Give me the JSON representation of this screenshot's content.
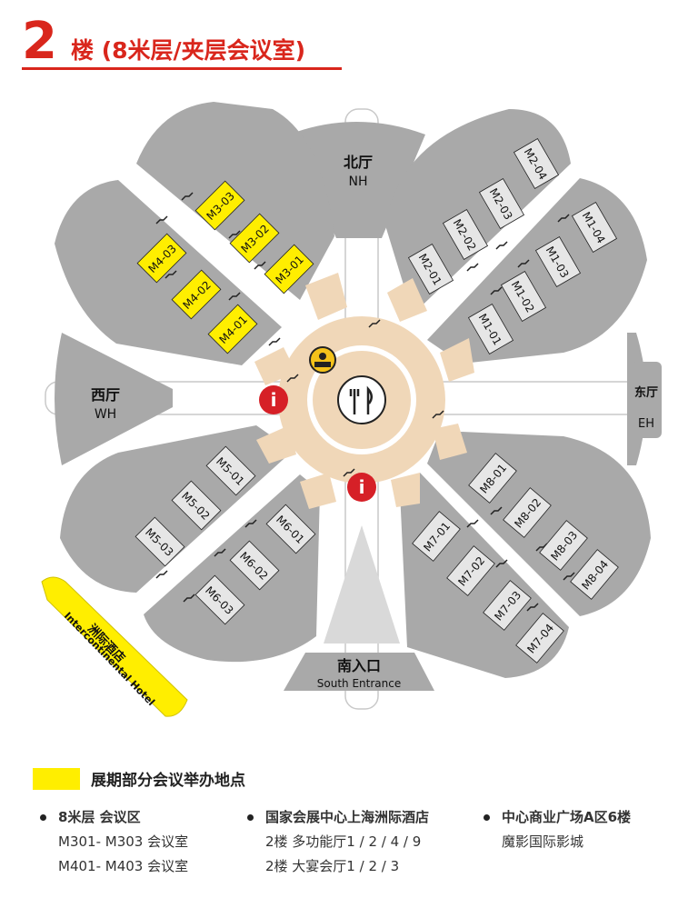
{
  "header": {
    "floor_number": "2",
    "title": "楼 (8米层/夹层会议室)"
  },
  "map": {
    "halls": {
      "north": {
        "zh": "北厅",
        "en": "NH"
      },
      "west": {
        "zh": "西厅",
        "en": "WH"
      },
      "east": {
        "zh": "东厅",
        "en": "EH"
      },
      "south": {
        "zh": "南入口",
        "en": "South Entrance"
      }
    },
    "rooms_highlighted": [
      "M3-03",
      "M3-02",
      "M3-01",
      "M4-03",
      "M4-02",
      "M4-01"
    ],
    "rooms_ne_a": [
      "M2-04",
      "M2-03",
      "M2-02",
      "M2-01"
    ],
    "rooms_ne_b": [
      "M1-04",
      "M1-03",
      "M1-02",
      "M1-01"
    ],
    "rooms_sw_a": [
      "M5-01",
      "M5-02",
      "M5-03"
    ],
    "rooms_sw_b": [
      "M6-01",
      "M6-02",
      "M6-03"
    ],
    "rooms_se_a": [
      "M8-01",
      "M8-02",
      "M8-03",
      "M8-04"
    ],
    "rooms_se_b": [
      "M7-01",
      "M7-02",
      "M7-03",
      "M7-04"
    ],
    "hotel": {
      "zh": "洲际酒店",
      "en": "Intercontinental Hotel"
    },
    "info_icon_label": "i",
    "colors": {
      "building": "#a9a9a9",
      "highlight": "#ffee00",
      "plaza": "#f0d7b8",
      "info": "#d62027",
      "accent": "#d9261c"
    },
    "icons": [
      "restaurant-icon",
      "info-icon",
      "service-desk-icon",
      "escalator-icon"
    ]
  },
  "legend": {
    "swatch_color": "#ffee00",
    "title": "展期部分会议举办地点"
  },
  "locations": [
    {
      "head": "8米层 会议区",
      "lines": [
        "M301- M303 会议室",
        "M401- M403 会议室"
      ]
    },
    {
      "head": "国家会展中心上海洲际酒店",
      "lines": [
        "2楼 多功能厅1 / 2 / 4 / 9",
        "2楼 大宴会厅1 / 2 / 3"
      ]
    },
    {
      "head": "中心商业广场A区6楼",
      "lines": [
        "魔影国际影城"
      ]
    }
  ]
}
